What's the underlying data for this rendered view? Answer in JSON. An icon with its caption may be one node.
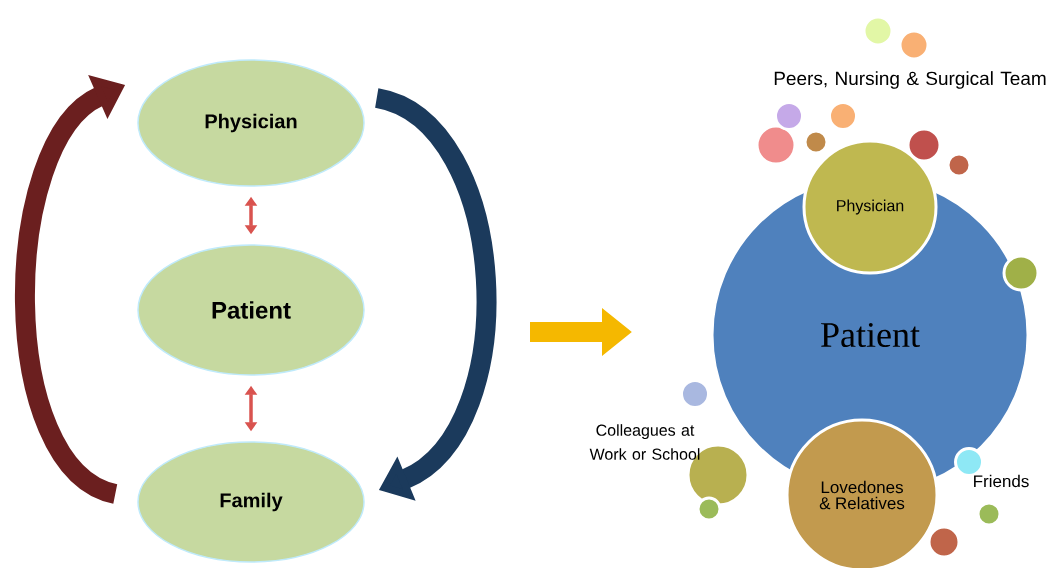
{
  "diagram": {
    "nodes": [
      {
        "text": [
          "Physician"
        ]
      },
      {
        "text": [
          "Patient"
        ]
      },
      {
        "text": [
          "Family"
        ]
      },
      {
        "text": [
          "Patient"
        ]
      },
      {
        "text": [
          "Physician"
        ]
      },
      {
        "text": [
          "Lovedones & Relatives"
        ]
      },
      {
        "text": [],
        "shape": "circle"
      },
      {
        "text": [],
        "shape": "circle"
      },
      {
        "text": [],
        "shape": "circle"
      },
      {
        "text": [],
        "shape": "circle"
      },
      {
        "text": [],
        "shape": "circle"
      },
      {
        "text": [],
        "shape": "circle"
      },
      {
        "text": [],
        "shape": "circle"
      },
      {
        "text": [],
        "shape": "circle"
      },
      {
        "text": [],
        "shape": "circle"
      },
      {
        "text": [],
        "shape": "circle"
      },
      {
        "text": [],
        "shape": "circle"
      },
      {
        "text": [],
        "shape": "circle"
      },
      {
        "text": [],
        "shape": "circle"
      },
      {
        "text": [],
        "shape": "circle"
      },
      {
        "text": [],
        "shape": "circle"
      }
    ],
    "edges": [
      {
        "from": 0,
        "to": 1,
        "arrow": "both",
        "color": "#d9534f"
      },
      {
        "from": 1,
        "to": 2,
        "arrow": "both",
        "color": "#d9534f"
      },
      {
        "from": 2,
        "to": 0,
        "arrow": "to",
        "style": "thick",
        "color": "#6b1f1f"
      },
      {
        "from": 0,
        "to": 2,
        "arrow": "to",
        "style": "thick",
        "color": "#1b3a5c"
      }
    ],
    "labels": [
      "Peers, Nursing & Surgical Team",
      "Colleagues at Work or School",
      "Friends"
    ]
  }
}
